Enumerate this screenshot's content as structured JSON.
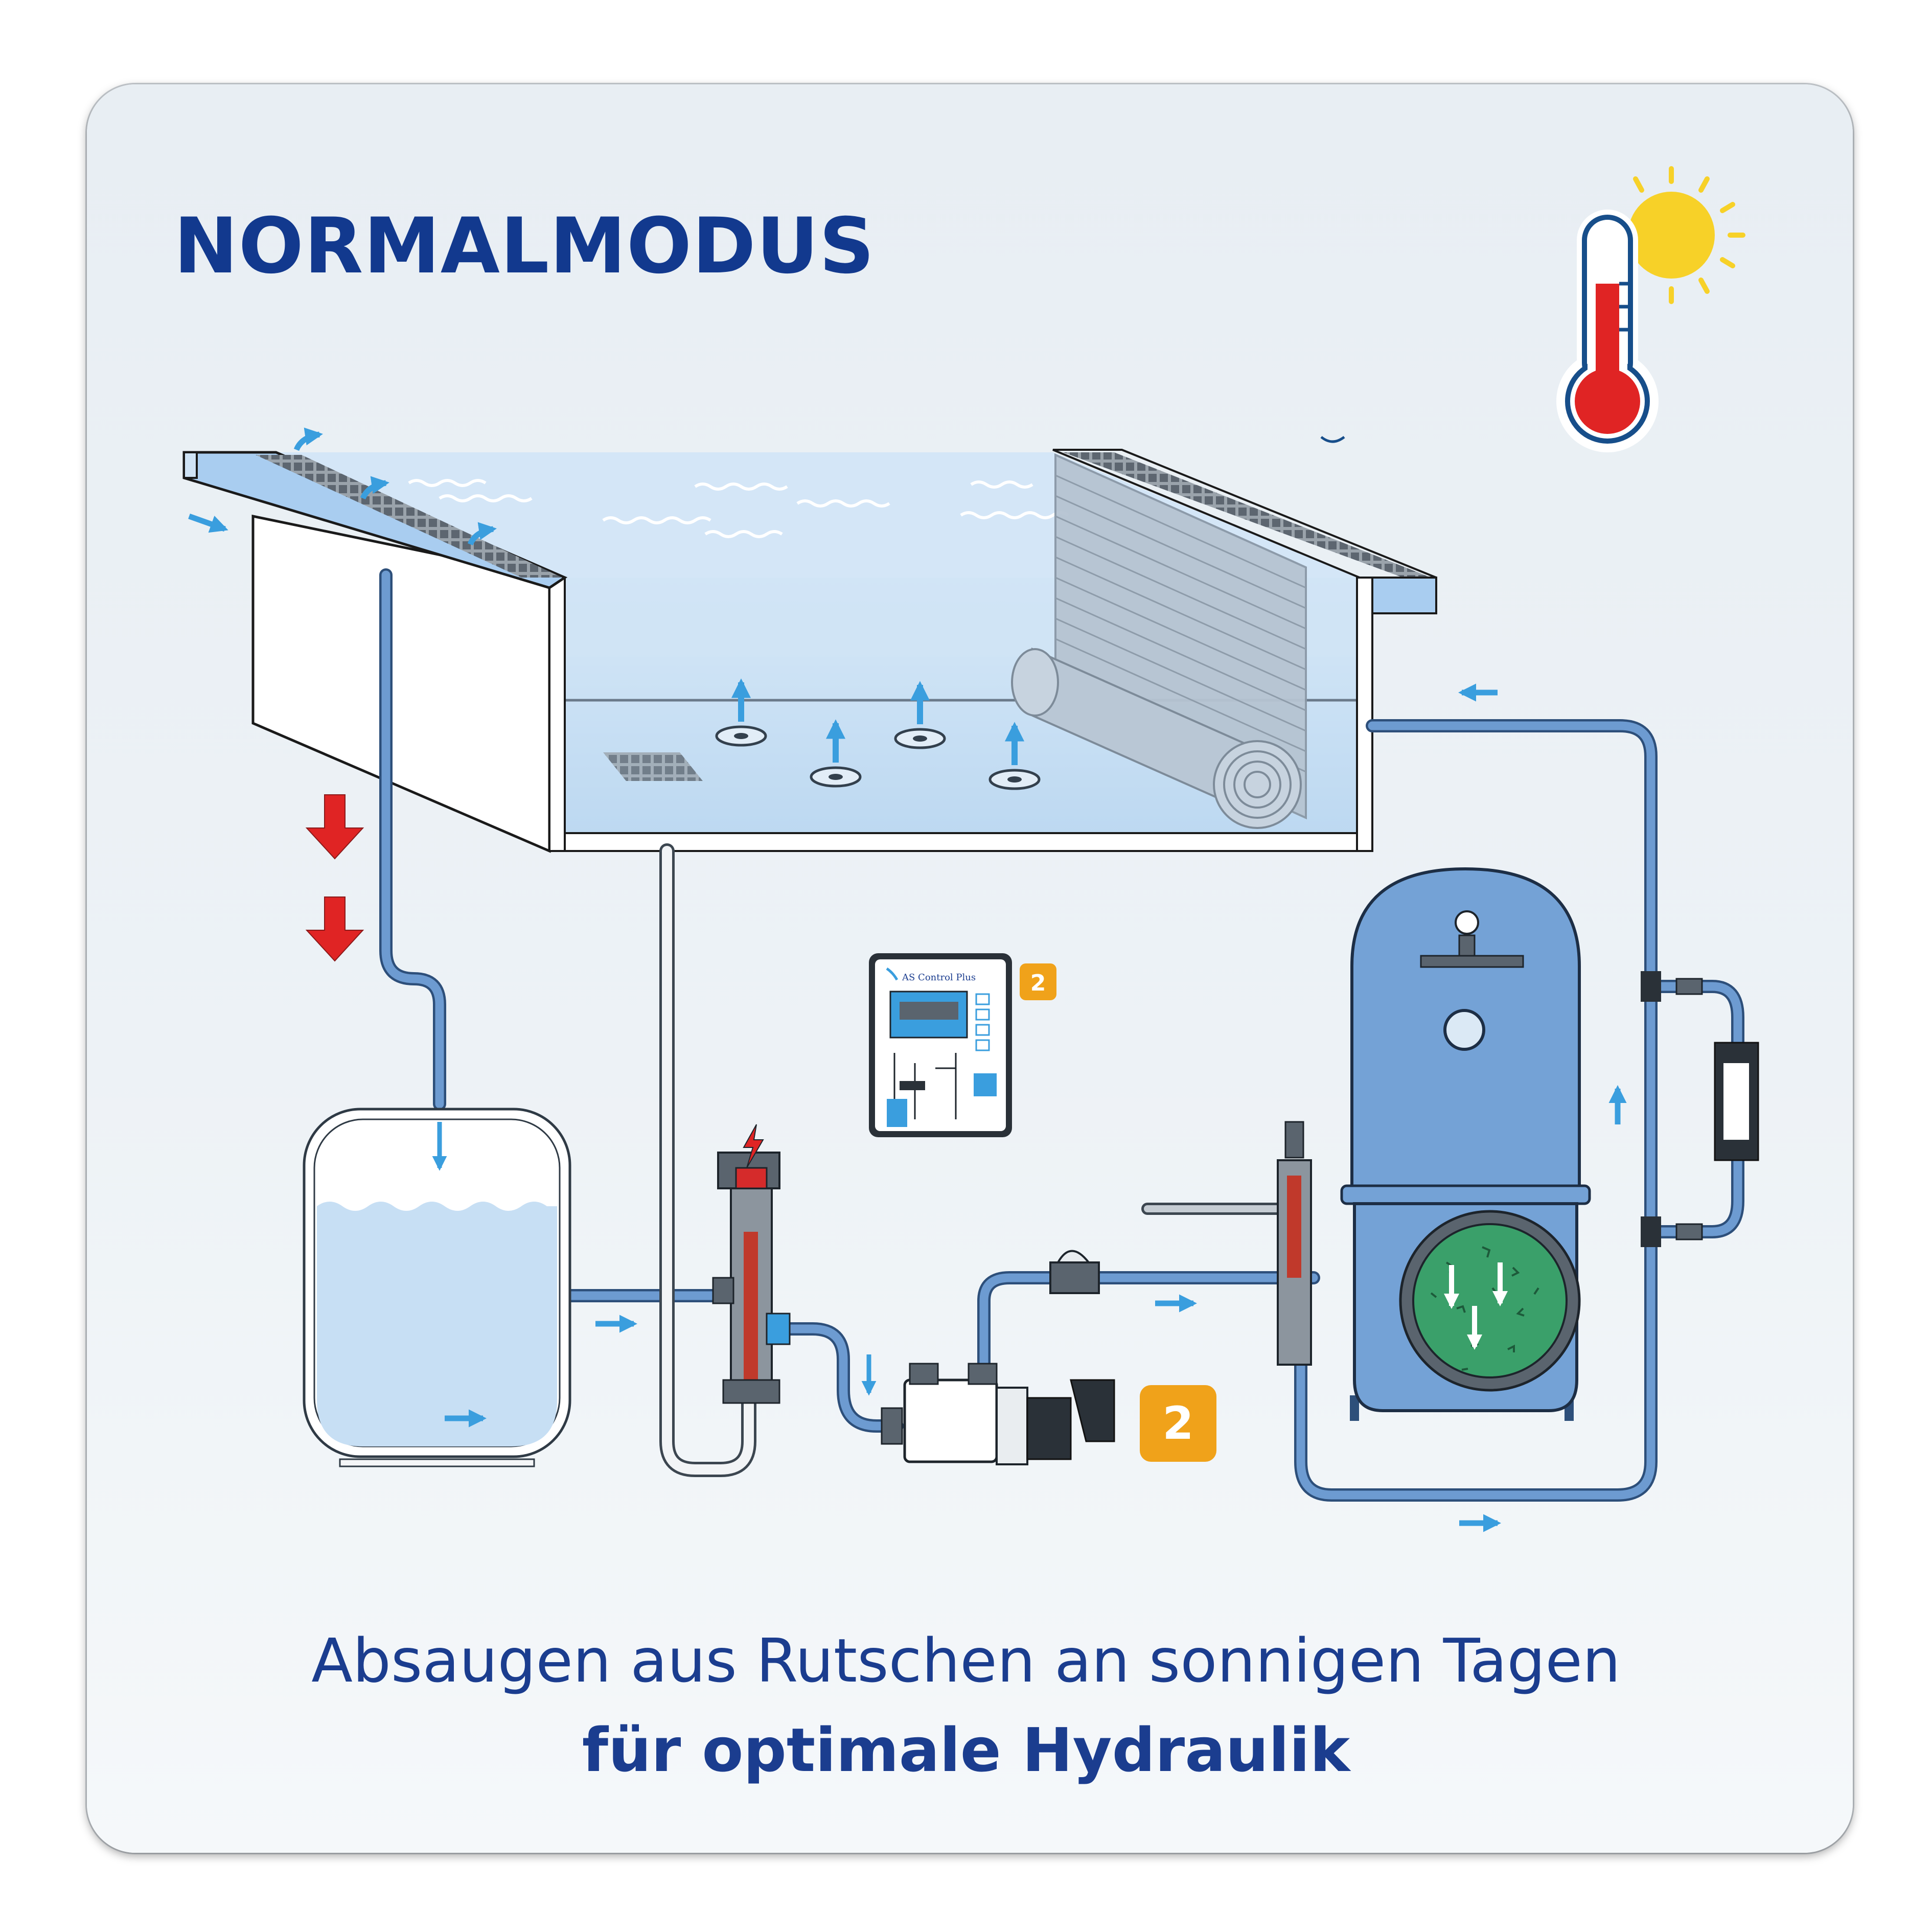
{
  "title": "NORMALMODUS",
  "caption": {
    "line1": "Absaugen aus Rutschen an sonnigen Tagen",
    "line2": "für optimale Hydraulik"
  },
  "controller": {
    "label": "AS Control Plus"
  },
  "badges": {
    "controller": "2",
    "pump": "2"
  },
  "colors": {
    "title": "#12398e",
    "pipe": "#6d9bd1",
    "flow_arrow": "#3a9ede",
    "warning_arrow": "#e02424",
    "badge": "#f0a21a",
    "filter_tank": "#74a2d6",
    "filter_media": "#3aa06a",
    "water": "#c5def3"
  },
  "icons": [
    "thermometer-icon",
    "sun-icon",
    "lightning-icon"
  ]
}
